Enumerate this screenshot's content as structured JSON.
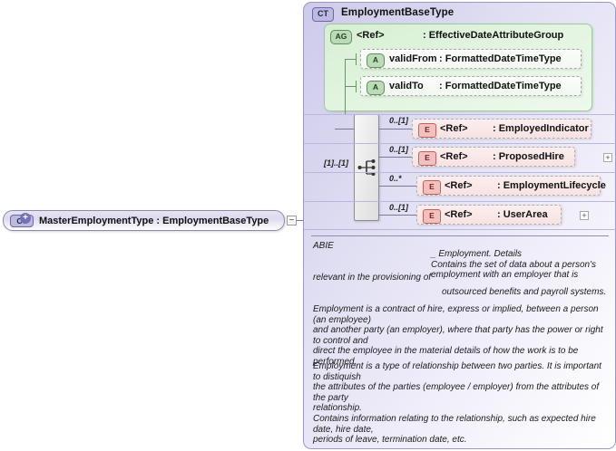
{
  "diagram": {
    "kind": "xsd-schema-diagram",
    "root_node": {
      "badge": "CT",
      "expand_glyph": "+",
      "label": "MasterEmploymentType : EmploymentBaseType",
      "collapse_glyph": "−"
    },
    "complex_type": {
      "badge": "CT",
      "title": "EmploymentBaseType"
    },
    "attribute_group": {
      "badge": "AG",
      "ref": "<Ref>",
      "type": ": EffectiveDateAttributeGroup",
      "attributes": [
        {
          "badge": "A",
          "name": "validFrom",
          "type": ": FormattedDateTimeType"
        },
        {
          "badge": "A",
          "name": "validTo",
          "type": ": FormattedDateTimeType"
        }
      ]
    },
    "compositor": {
      "icon": "sequence-icon",
      "cardinality": "[1]..[1]"
    },
    "elements": [
      {
        "badge": "E",
        "cardinality": "0..[1]",
        "ref": "<Ref>",
        "type": ": EmployedIndicator",
        "expand": "+"
      },
      {
        "badge": "E",
        "cardinality": "0..[1]",
        "ref": "<Ref>",
        "type": ": ProposedHire",
        "expand": "+"
      },
      {
        "badge": "E",
        "cardinality": "0..*",
        "ref": "<Ref>",
        "type": ": EmploymentLifecycle",
        "expand": "+"
      },
      {
        "badge": "E",
        "cardinality": "0..[1]",
        "ref": "<Ref>",
        "type": ": UserArea",
        "expand": "+"
      }
    ],
    "documentation": {
      "abie": "ABIE",
      "indent_a": "_ Employment. Details\nContains the set of data about a person's\nemployment with an employer that is",
      "lead": "relevant in the provisioning of",
      "indent_b": "outsourced benefits and payroll systems.",
      "paragraph_2": "Employment is a contract of hire, express or implied, between a person (an employee)\nand another party (an employer), where that party has the power or right to control and\ndirect the employee in the material details of how the work is to be performed.",
      "paragraph_3": "Employment is a type of relationship between two parties. It is important to distiquish\nthe attributes of the parties (employee / employer) from the attributes of the party\nrelationship.",
      "paragraph_4": "Contains information relating to the relationship, such as expected hire date, hire date,\nperiods of leave, termination date, etc."
    },
    "colors": {
      "panel_border": "#9a98c4",
      "panel_fill": "#d6d4ee",
      "attr_group_fill": "#d6efd3",
      "attr_group_border": "#9ecb9e",
      "element_fill": "#f8e2e2",
      "element_border": "#b0b0b0",
      "badge_ct_fill": "#bcbade",
      "badge_e_fill": "#f3c0c0"
    }
  }
}
